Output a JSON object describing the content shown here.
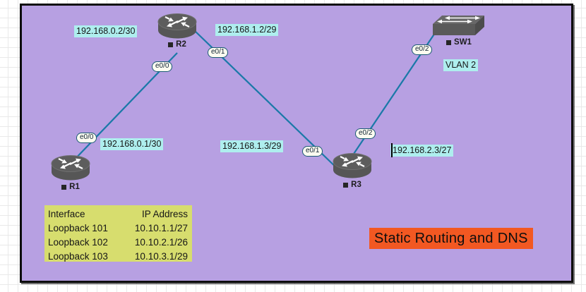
{
  "title": "Static Routing and DNS",
  "nodes": {
    "r1": {
      "label": "R1",
      "type": "router"
    },
    "r2": {
      "label": "R2",
      "type": "router"
    },
    "r3": {
      "label": "R3",
      "type": "router"
    },
    "sw1": {
      "label": "SW1",
      "type": "switch"
    }
  },
  "interface_badges": {
    "r2_e00": "e0/0",
    "r2_e01": "e0/1",
    "r1_e00": "e0/0",
    "r3_e01": "e0/1",
    "r3_e02": "e0/2",
    "sw1_e02": "e0/2"
  },
  "ip_labels": {
    "net0_r2": "192.168.0.2/30",
    "net1_r2": "192.168.1.2/29",
    "net0_r1": "192.168.0.1/30",
    "net1_r3": "192.168.1.3/29",
    "net2_r3": "192.168.2.3/27",
    "vlan": "VLAN 2"
  },
  "loopback_table": {
    "headers": [
      "Interface",
      "IP Address"
    ],
    "rows": [
      {
        "interface": "Loopback 101",
        "ip": "10.10.1.1/27"
      },
      {
        "interface": "Loopback 102",
        "ip": "10.10.2.1/26"
      },
      {
        "interface": "Loopback 103",
        "ip": "10.10.3.1/29"
      }
    ]
  },
  "colors": {
    "canvas_bg": "#b7a0e2",
    "link": "#1b79a8",
    "ip_label_bg": "#aeeeee",
    "table_bg": "#d7dd6e",
    "title_bg": "#f25822"
  }
}
